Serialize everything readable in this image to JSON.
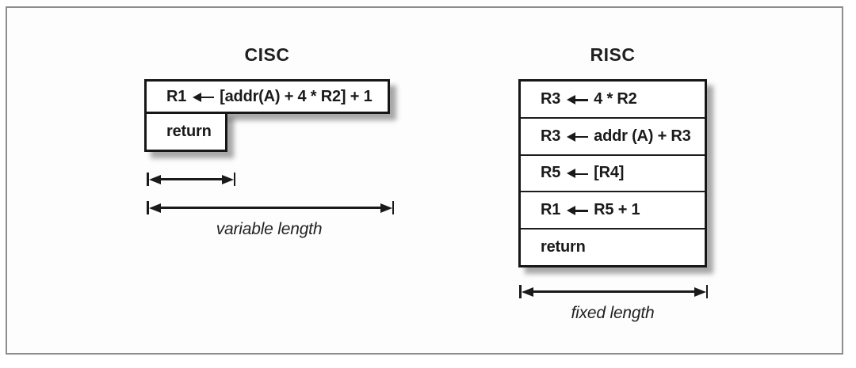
{
  "colors": {
    "ink": "#1a1a1a",
    "frame_border": "#8d8d8d",
    "box_background": "#ffffff",
    "shadow_gray": "#a0a0a0",
    "page_background": "#ffffff"
  },
  "cisc": {
    "title": "CISC",
    "instructions": [
      {
        "dest": "R1",
        "expr": "[addr(A) + 4 * R2] + 1"
      },
      {
        "text": "return"
      }
    ],
    "length_label": "variable length"
  },
  "risc": {
    "title": "RISC",
    "instructions": [
      {
        "dest": "R3",
        "expr": "4 * R2"
      },
      {
        "dest": "R3",
        "expr": "addr (A) + R3"
      },
      {
        "dest": "R5",
        "expr": "[R4]"
      },
      {
        "dest": "R1",
        "expr": "R5 + 1"
      },
      {
        "text": "return"
      }
    ],
    "length_label": "fixed length"
  }
}
